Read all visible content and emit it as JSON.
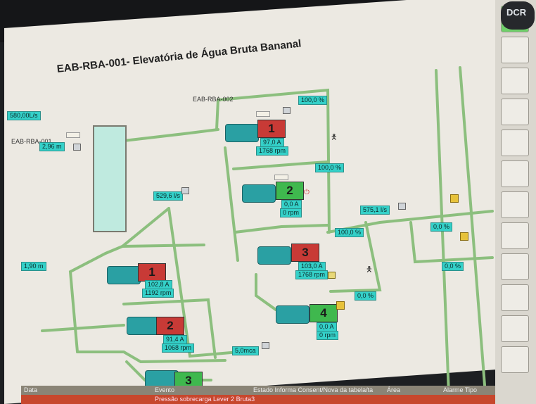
{
  "title": "EAB-RBA-001- Elevatória de Água Bruta Bananal",
  "area_labels": {
    "left": "EAB-RBA-001",
    "right": "EAB-RBA-002"
  },
  "top_left_value": "580,00L/s",
  "level_left": "2,96 m",
  "level_lower_left": "1,90 m",
  "flow_tank": "529,6 l/s",
  "flow_main": "575,1 l/s",
  "pressure": "5,0mca",
  "valves": [
    {
      "id": "v-top",
      "value": "100,0 %"
    },
    {
      "id": "v-p2",
      "value": "100,0 %"
    },
    {
      "id": "v-p3",
      "value": "100,0 %"
    },
    {
      "id": "v-p4",
      "value": "0,0 %"
    },
    {
      "id": "v-r1",
      "value": "0,0 %"
    },
    {
      "id": "v-r2",
      "value": "0,0 %"
    }
  ],
  "pumps_b": [
    {
      "num": "1",
      "current": "97,0 A",
      "rpm": "1768 rpm",
      "state": "red"
    },
    {
      "num": "2",
      "current": "0,0 A",
      "rpm": "0 rpm",
      "state": "green"
    },
    {
      "num": "3",
      "current": "103,0 A",
      "rpm": "1768 rpm",
      "state": "red"
    },
    {
      "num": "4",
      "current": "0,0 A",
      "rpm": "0 rpm",
      "state": "green"
    }
  ],
  "pumps_a": [
    {
      "num": "1",
      "current": "102,8 A",
      "rpm": "1192 rpm",
      "state": "red"
    },
    {
      "num": "2",
      "current": "91,4 A",
      "rpm": "1068 rpm",
      "state": "red"
    },
    {
      "num": "3",
      "current": "",
      "rpm": "",
      "state": "green"
    }
  ],
  "tank_label": "",
  "brand": "DCR",
  "statusbar": {
    "headers": [
      "Data",
      "Evento",
      "Estado Informa Consent/Nova da tabela/ta",
      "Área",
      "Alarme Tipo"
    ],
    "row": "Pressão sobrecarga Lever 2 Bruta3"
  },
  "colors": {
    "pipe": "#8cbf7e",
    "accent": "#34d0c8",
    "running": "#c83a36",
    "stopped": "#3fb84e"
  }
}
